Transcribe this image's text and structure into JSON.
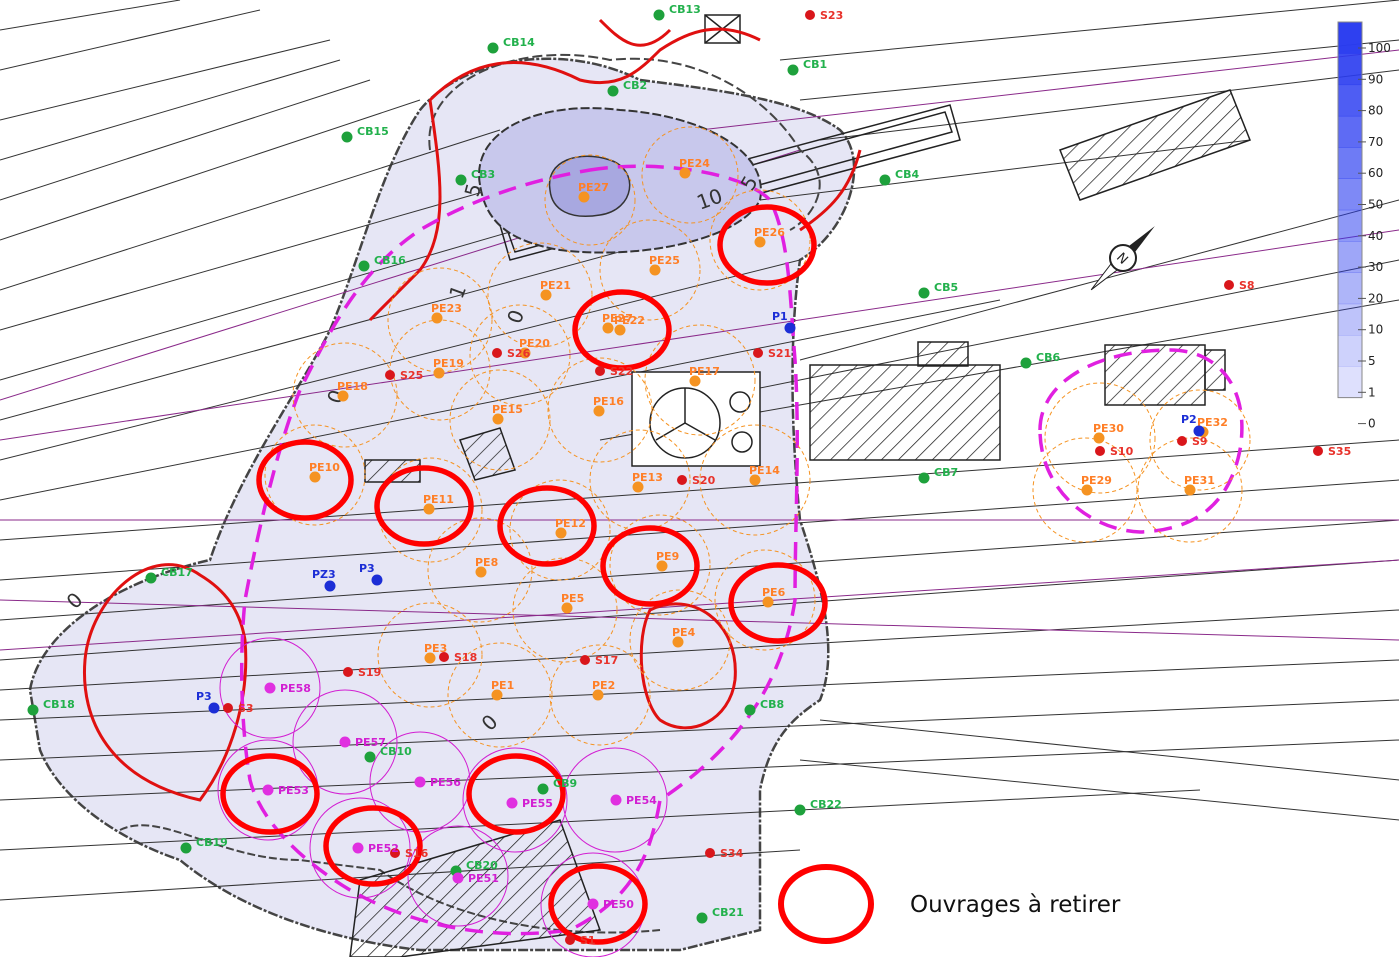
{
  "legend": {
    "circle_label": "Ouvrages à retirer",
    "circle_color": "#ff0000"
  },
  "scale": {
    "ticks": [
      "100",
      "90",
      "80",
      "70",
      "60",
      "50",
      "40",
      "30",
      "20",
      "10",
      "5",
      "1",
      "0"
    ],
    "color": "#2a3cf0"
  },
  "colors": {
    "cb_points": "#22b14c",
    "pe_points": "#ff7f27",
    "s_points": "#e8322b",
    "p_points": "#1c2ed6",
    "pe5x_points": "#d21fd2",
    "dashed_boundary": "#e020e0",
    "contour_red": "#e01010",
    "plume_fill": "#dcdcf2"
  },
  "contour_labels": [
    "5",
    "10",
    "5",
    "1",
    "0",
    "0",
    "0",
    "0"
  ],
  "cb_points": [
    {
      "label": "CB13"
    },
    {
      "label": "CB14"
    },
    {
      "label": "CB1"
    },
    {
      "label": "CB2"
    },
    {
      "label": "CB15"
    },
    {
      "label": "CB3"
    },
    {
      "label": "CB4"
    },
    {
      "label": "CB16"
    },
    {
      "label": "CB5"
    },
    {
      "label": "CB6"
    },
    {
      "label": "CB7"
    },
    {
      "label": "CB17"
    },
    {
      "label": "CB18"
    },
    {
      "label": "CB8"
    },
    {
      "label": "CB10"
    },
    {
      "label": "CB9"
    },
    {
      "label": "CB22"
    },
    {
      "label": "CB19"
    },
    {
      "label": "CB20"
    },
    {
      "label": "CB21"
    }
  ],
  "pe_points": [
    {
      "label": "PE27"
    },
    {
      "label": "PE24"
    },
    {
      "label": "PE26"
    },
    {
      "label": "PE25"
    },
    {
      "label": "PE22"
    },
    {
      "label": "PE21"
    },
    {
      "label": "PE23"
    },
    {
      "label": "PE20"
    },
    {
      "label": "PE27"
    },
    {
      "label": "PE19"
    },
    {
      "label": "PE18"
    },
    {
      "label": "PE17"
    },
    {
      "label": "PE16"
    },
    {
      "label": "PE15"
    },
    {
      "label": "PE13"
    },
    {
      "label": "PE14"
    },
    {
      "label": "PE10"
    },
    {
      "label": "PE11"
    },
    {
      "label": "PE12"
    },
    {
      "label": "PE9"
    },
    {
      "label": "PE8"
    },
    {
      "label": "PE6"
    },
    {
      "label": "PE5"
    },
    {
      "label": "PE3"
    },
    {
      "label": "PE4"
    },
    {
      "label": "PE1"
    },
    {
      "label": "PE2"
    },
    {
      "label": "PE30"
    },
    {
      "label": "PE29"
    },
    {
      "label": "PE31"
    },
    {
      "label": "PE32"
    }
  ],
  "s_points": [
    {
      "label": "S23"
    },
    {
      "label": "S8"
    },
    {
      "label": "S21"
    },
    {
      "label": "S25"
    },
    {
      "label": "S26"
    },
    {
      "label": "S22"
    },
    {
      "label": "S20"
    },
    {
      "label": "S10"
    },
    {
      "label": "S9"
    },
    {
      "label": "S35"
    },
    {
      "label": "S18"
    },
    {
      "label": "S17"
    },
    {
      "label": "S19"
    },
    {
      "label": "S3"
    },
    {
      "label": "S16"
    },
    {
      "label": "S34"
    },
    {
      "label": "S1"
    }
  ],
  "p_points": [
    {
      "label": "P1"
    },
    {
      "label": "P2"
    },
    {
      "label": "PZ3"
    },
    {
      "label": "P3"
    },
    {
      "label": "P3"
    }
  ],
  "pe5x_points": [
    {
      "label": "PE58"
    },
    {
      "label": "PE57"
    },
    {
      "label": "PE56"
    },
    {
      "label": "PE55"
    },
    {
      "label": "PE54"
    },
    {
      "label": "PE53"
    },
    {
      "label": "PE52"
    },
    {
      "label": "PE51"
    },
    {
      "label": "PE50"
    }
  ]
}
